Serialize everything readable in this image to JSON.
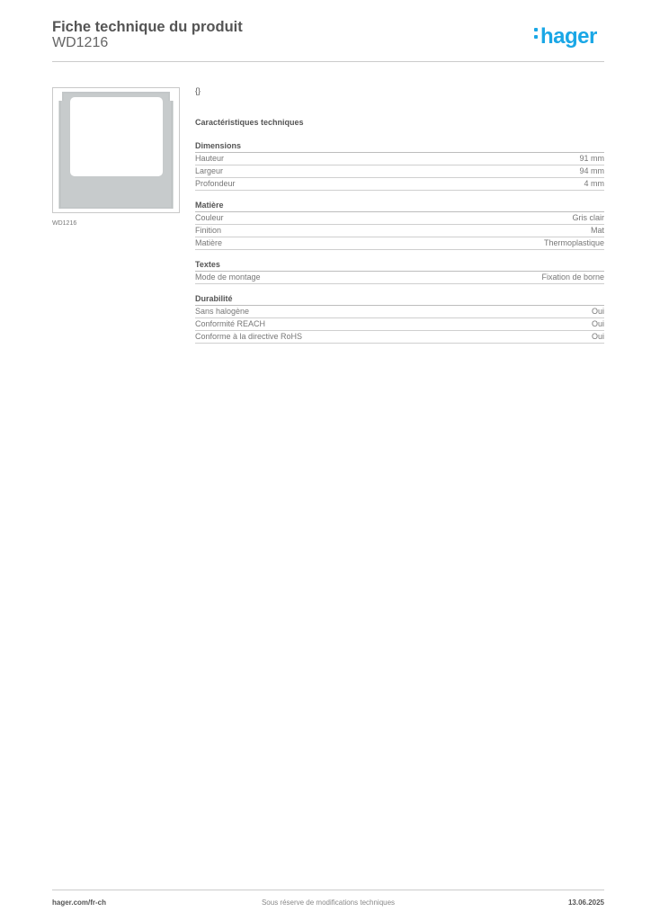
{
  "header": {
    "title": "Fiche technique du produit",
    "product_code": "WD1216",
    "logo_text": "hager",
    "brand_color": "#1aa7e6"
  },
  "product": {
    "image_caption": "WD1216",
    "image_color": "#c3c7c8"
  },
  "content": {
    "braces": "{}",
    "tech_title": "Caractéristiques techniques",
    "sections": [
      {
        "title": "Dimensions",
        "rows": [
          {
            "label": "Hauteur",
            "value": "91 mm"
          },
          {
            "label": "Largeur",
            "value": "94 mm"
          },
          {
            "label": "Profondeur",
            "value": "4 mm"
          }
        ]
      },
      {
        "title": "Matière",
        "rows": [
          {
            "label": "Couleur",
            "value": "Gris clair"
          },
          {
            "label": "Finition",
            "value": "Mat"
          },
          {
            "label": "Matière",
            "value": "Thermoplastique"
          }
        ]
      },
      {
        "title": "Textes",
        "rows": [
          {
            "label": "Mode de montage",
            "value": "Fixation de borne"
          }
        ]
      },
      {
        "title": "Durabilité",
        "rows": [
          {
            "label": "Sans halogène",
            "value": "Oui"
          },
          {
            "label": "Conformité REACH",
            "value": "Oui"
          },
          {
            "label": "Conforme à la directive RoHS",
            "value": "Oui"
          }
        ]
      }
    ]
  },
  "footer": {
    "website": "hager.com/fr-ch",
    "disclaimer": "Sous réserve de modifications techniques",
    "date": "13.06.2025"
  }
}
